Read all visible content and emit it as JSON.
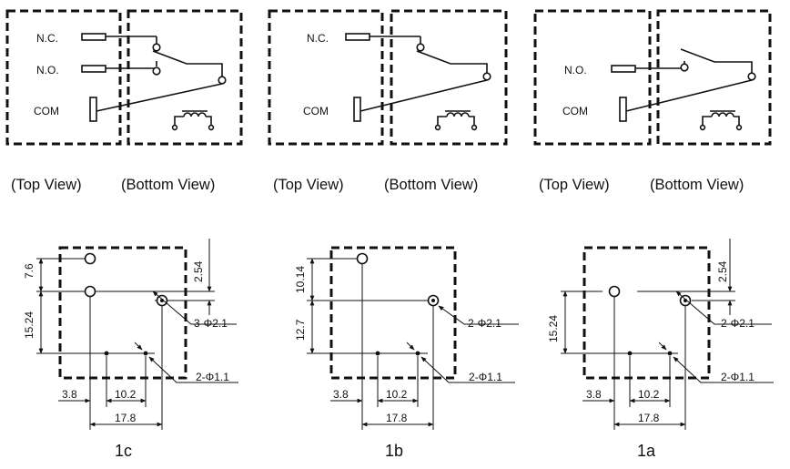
{
  "schematics": [
    {
      "pins": {
        "nc": "N.C.",
        "no": "N.O.",
        "com": "COM"
      },
      "top_view": "(Top View)",
      "bottom_view": "(Bottom View)"
    },
    {
      "pins": {
        "nc": "N.C.",
        "com": "COM"
      },
      "top_view": "(Top View)",
      "bottom_view": "(Bottom View)"
    },
    {
      "pins": {
        "no": "N.O.",
        "com": "COM"
      },
      "top_view": "(Top View)",
      "bottom_view": "(Bottom View)"
    }
  ],
  "footprints": [
    {
      "caption": "1c",
      "dims": {
        "top_v": "7.6",
        "right_v": "2.54",
        "left_v": "15.24",
        "hole_a": "3-Φ2.1",
        "hole_b": "2-Φ1.1",
        "h1": "3.8",
        "h2": "10.2",
        "h3": "17.8"
      }
    },
    {
      "caption": "1b",
      "dims": {
        "top_v": "10.14",
        "left_v": "12.7",
        "hole_a": "2-Φ2.1",
        "hole_b": "2-Φ1.1",
        "h1": "3.8",
        "h2": "10.2",
        "h3": "17.8"
      }
    },
    {
      "caption": "1a",
      "dims": {
        "right_v": "2.54",
        "left_v": "15.24",
        "hole_a": "2-Φ2.1",
        "hole_b": "2-Φ1.1",
        "h1": "3.8",
        "h2": "10.2",
        "h3": "17.8"
      }
    }
  ]
}
